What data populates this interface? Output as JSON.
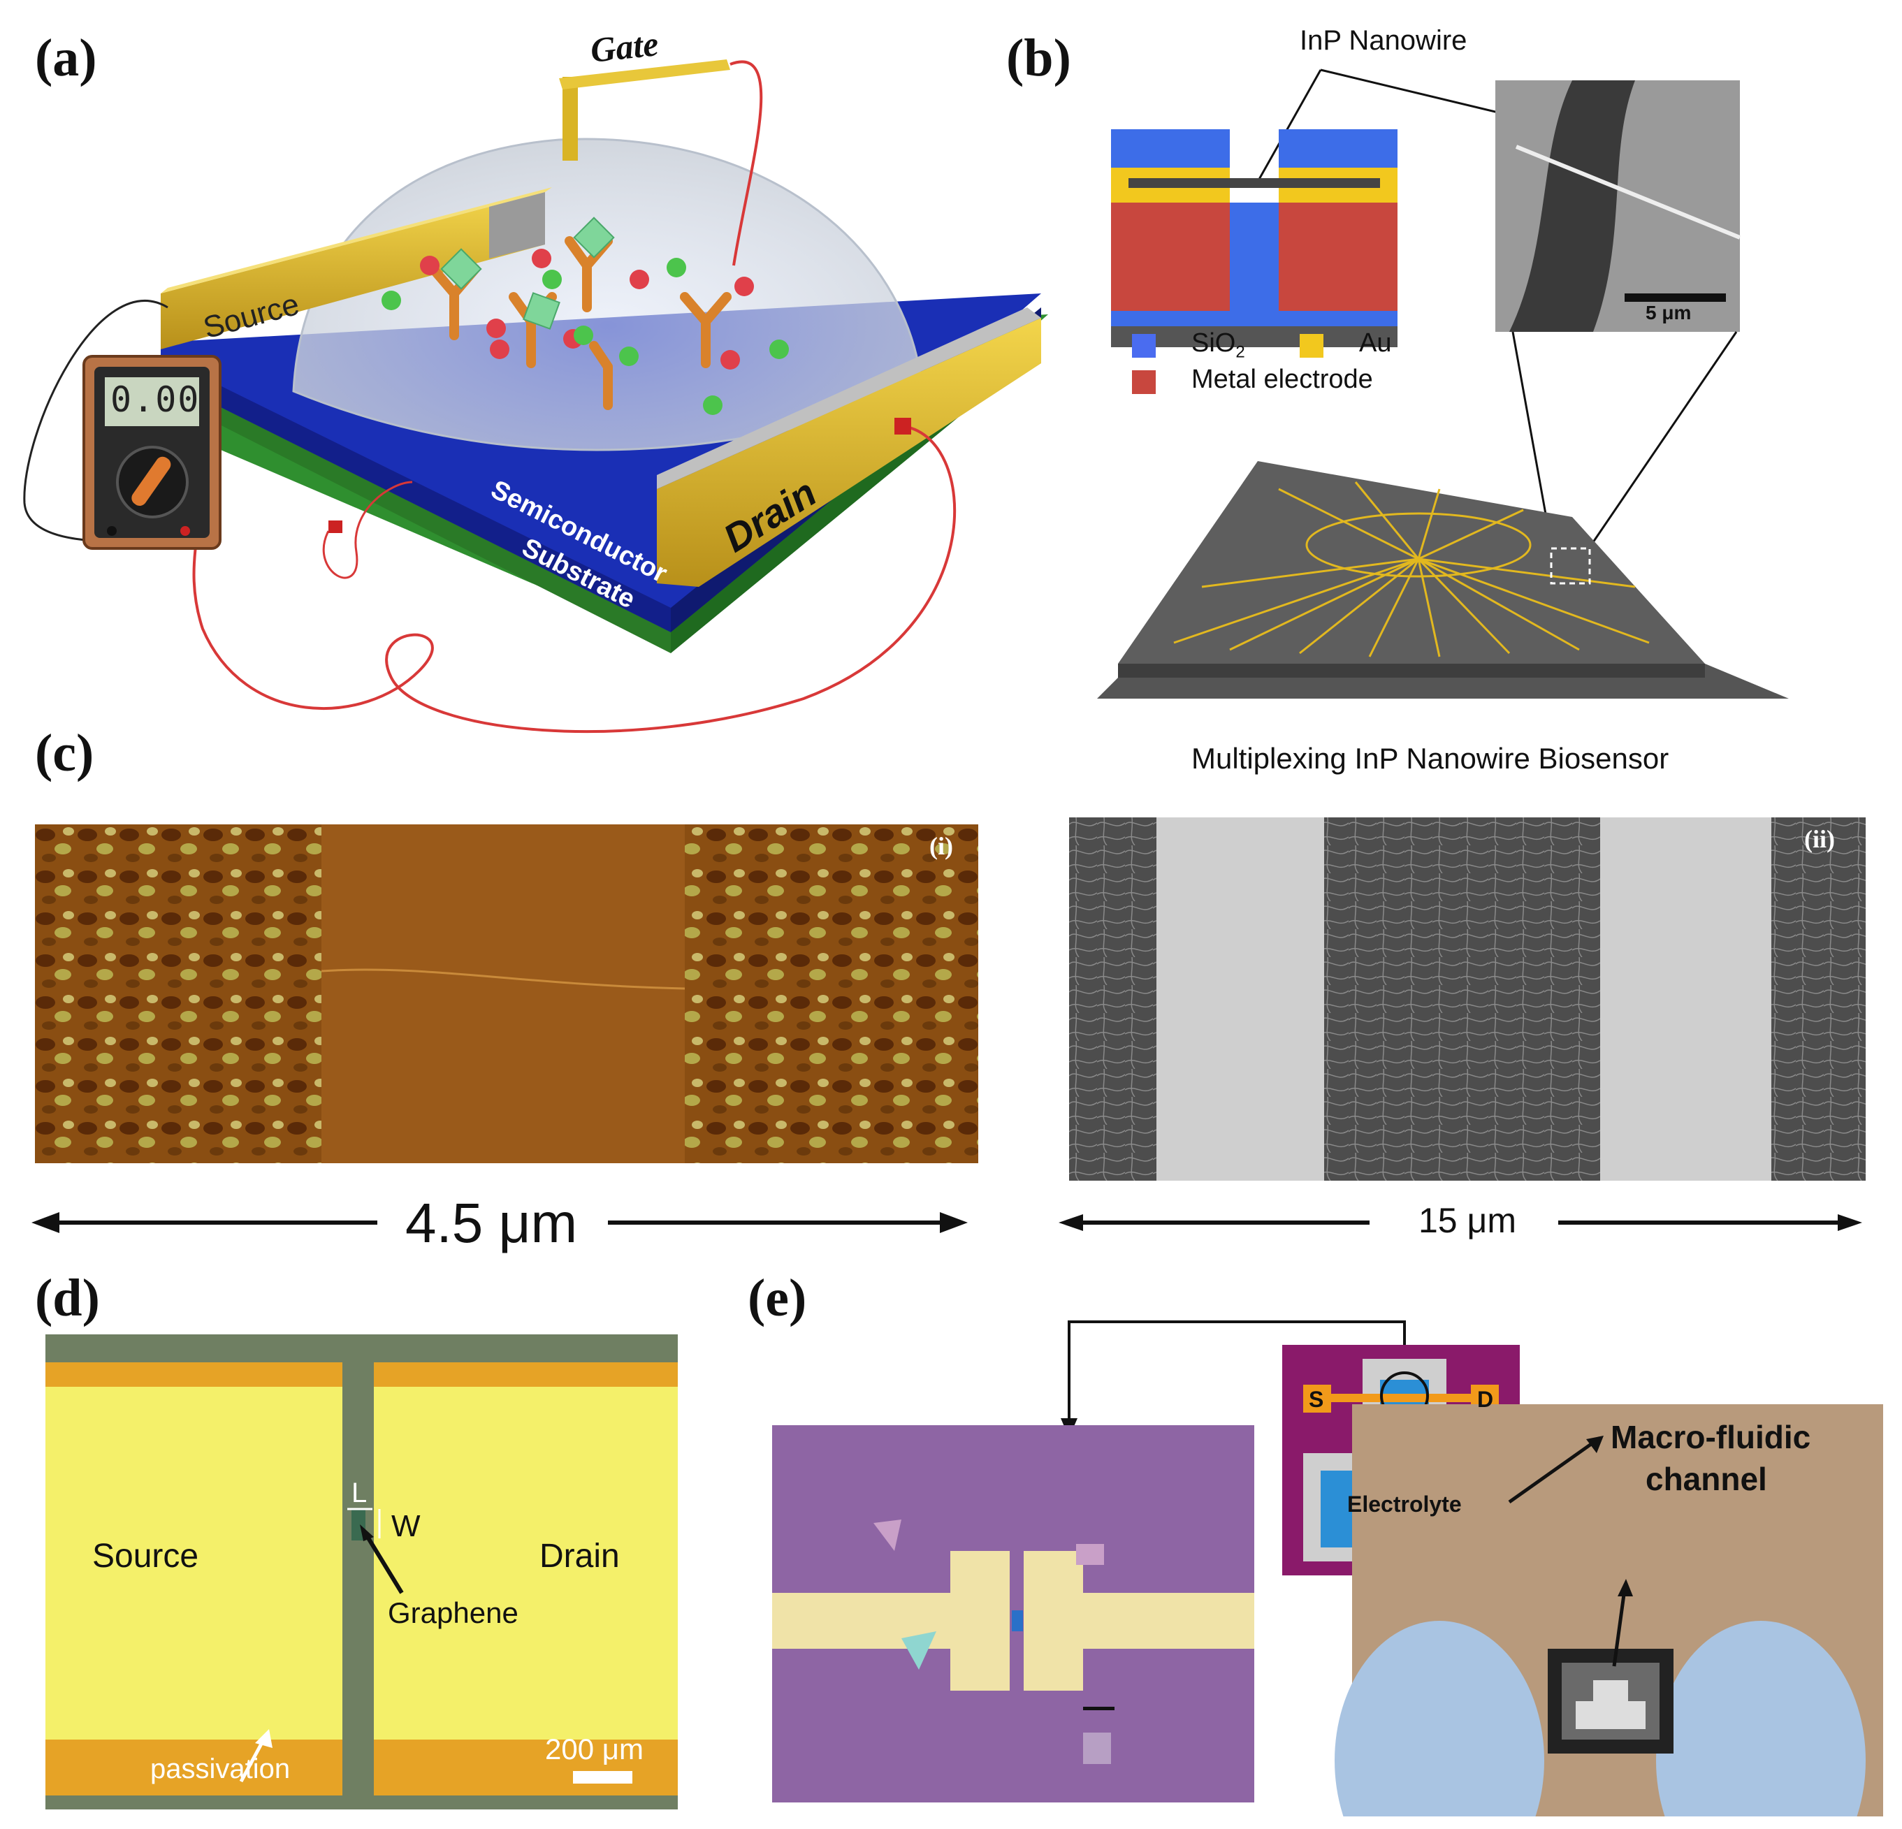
{
  "panel_labels": {
    "a": "(a)",
    "b": "(b)",
    "c": "(c)",
    "d": "(d)",
    "e": "(e)"
  },
  "panel_a": {
    "gate": "Gate",
    "source": "Source",
    "drain": "Drain",
    "semiconductor": "Semiconductor",
    "substrate": "Substrate",
    "meter_reading": "0.00",
    "colors": {
      "semiconductor": "#1a2fb5",
      "substrate": "#2b8a2b",
      "electrode": "#d8b52a"
    }
  },
  "panel_b": {
    "nanowire_label": "InP Nanowire",
    "legend": [
      {
        "label": "SiO",
        "sub": "2",
        "color": "#4a6cf0"
      },
      {
        "label": "Au",
        "sub": "",
        "color": "#f2c81e"
      },
      {
        "label": "Metal electrode",
        "sub": "",
        "color": "#c8473e"
      }
    ],
    "scalebar": "5 μm",
    "caption": "Multiplexing InP Nanowire Biosensor"
  },
  "panel_c": {
    "sub_i": "(i)",
    "sub_ii": "(ii)",
    "scale_i": "4.5 μm",
    "scale_ii": "15 μm"
  },
  "panel_d": {
    "source": "Source",
    "drain": "Drain",
    "L": "L",
    "W": "W",
    "graphene": "Graphene",
    "passivation": "passivation",
    "scalebar": "200 μm"
  },
  "panel_e": {
    "S": "S",
    "D": "D",
    "electrolyte": "Electrolyte",
    "macro_line1": "Macro-fluidic",
    "macro_line2": "channel"
  }
}
